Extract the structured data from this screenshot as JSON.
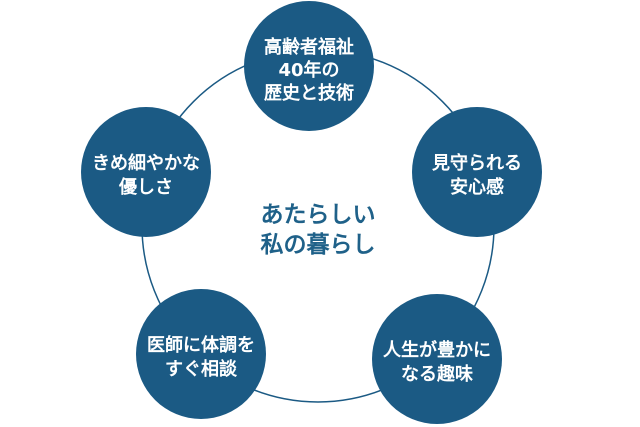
{
  "colors": {
    "node_fill": "#1b5a84",
    "ring_stroke": "#1b5a84",
    "center_text": "#1f6189",
    "node_text": "#ffffff"
  },
  "center": {
    "line1": "あたらしい",
    "line2": "私の暮らし"
  },
  "nodes": [
    {
      "lines": [
        "高齢者福祉",
        "40年の",
        "歴史と技術"
      ]
    },
    {
      "lines": [
        "見守られる",
        "安心感"
      ]
    },
    {
      "lines": [
        "人生が豊かに",
        "なる趣味"
      ]
    },
    {
      "lines": [
        "医師に体調を",
        "すぐ相談"
      ]
    },
    {
      "lines": [
        "きめ細やかな",
        "優しさ"
      ]
    }
  ]
}
